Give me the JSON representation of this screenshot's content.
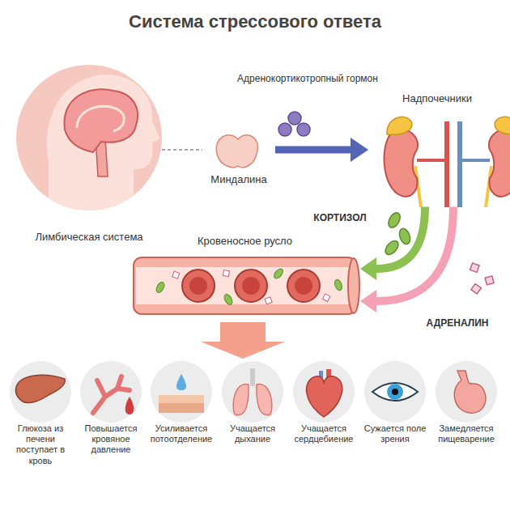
{
  "diagram": {
    "title": "Система стрессового ответа",
    "nodes": [
      {
        "text": [
          "Лимбическая система"
        ]
      },
      {
        "text": [
          "Миндалина"
        ]
      },
      {
        "text": [
          "Надпочечники"
        ]
      },
      {
        "text": [
          "Кровеносное русло"
        ]
      },
      {
        "text": [
          "Глюкоза из печени поступает в кровь"
        ]
      },
      {
        "text": [
          "Повышается кровяное давление"
        ]
      },
      {
        "text": [
          "Усиливается потоотделение"
        ]
      },
      {
        "text": [
          "Учащается дыхание"
        ]
      },
      {
        "text": [
          "Учащается сердцебиение"
        ]
      },
      {
        "text": [
          "Сужается поле зрения"
        ]
      },
      {
        "text": [
          "Замедляется пищеварение"
        ]
      }
    ],
    "edges": [
      {
        "from": 0,
        "to": 1,
        "arrow": "none"
      },
      {
        "from": 1,
        "to": 2,
        "label": "Адренокортикотропный гормон",
        "arrow": "to"
      },
      {
        "from": 2,
        "to": 3,
        "label": "КОРТИЗОЛ",
        "arrow": "to"
      },
      {
        "from": 2,
        "to": 3,
        "label": "АДРЕНАЛИН",
        "arrow": "to"
      }
    ]
  }
}
